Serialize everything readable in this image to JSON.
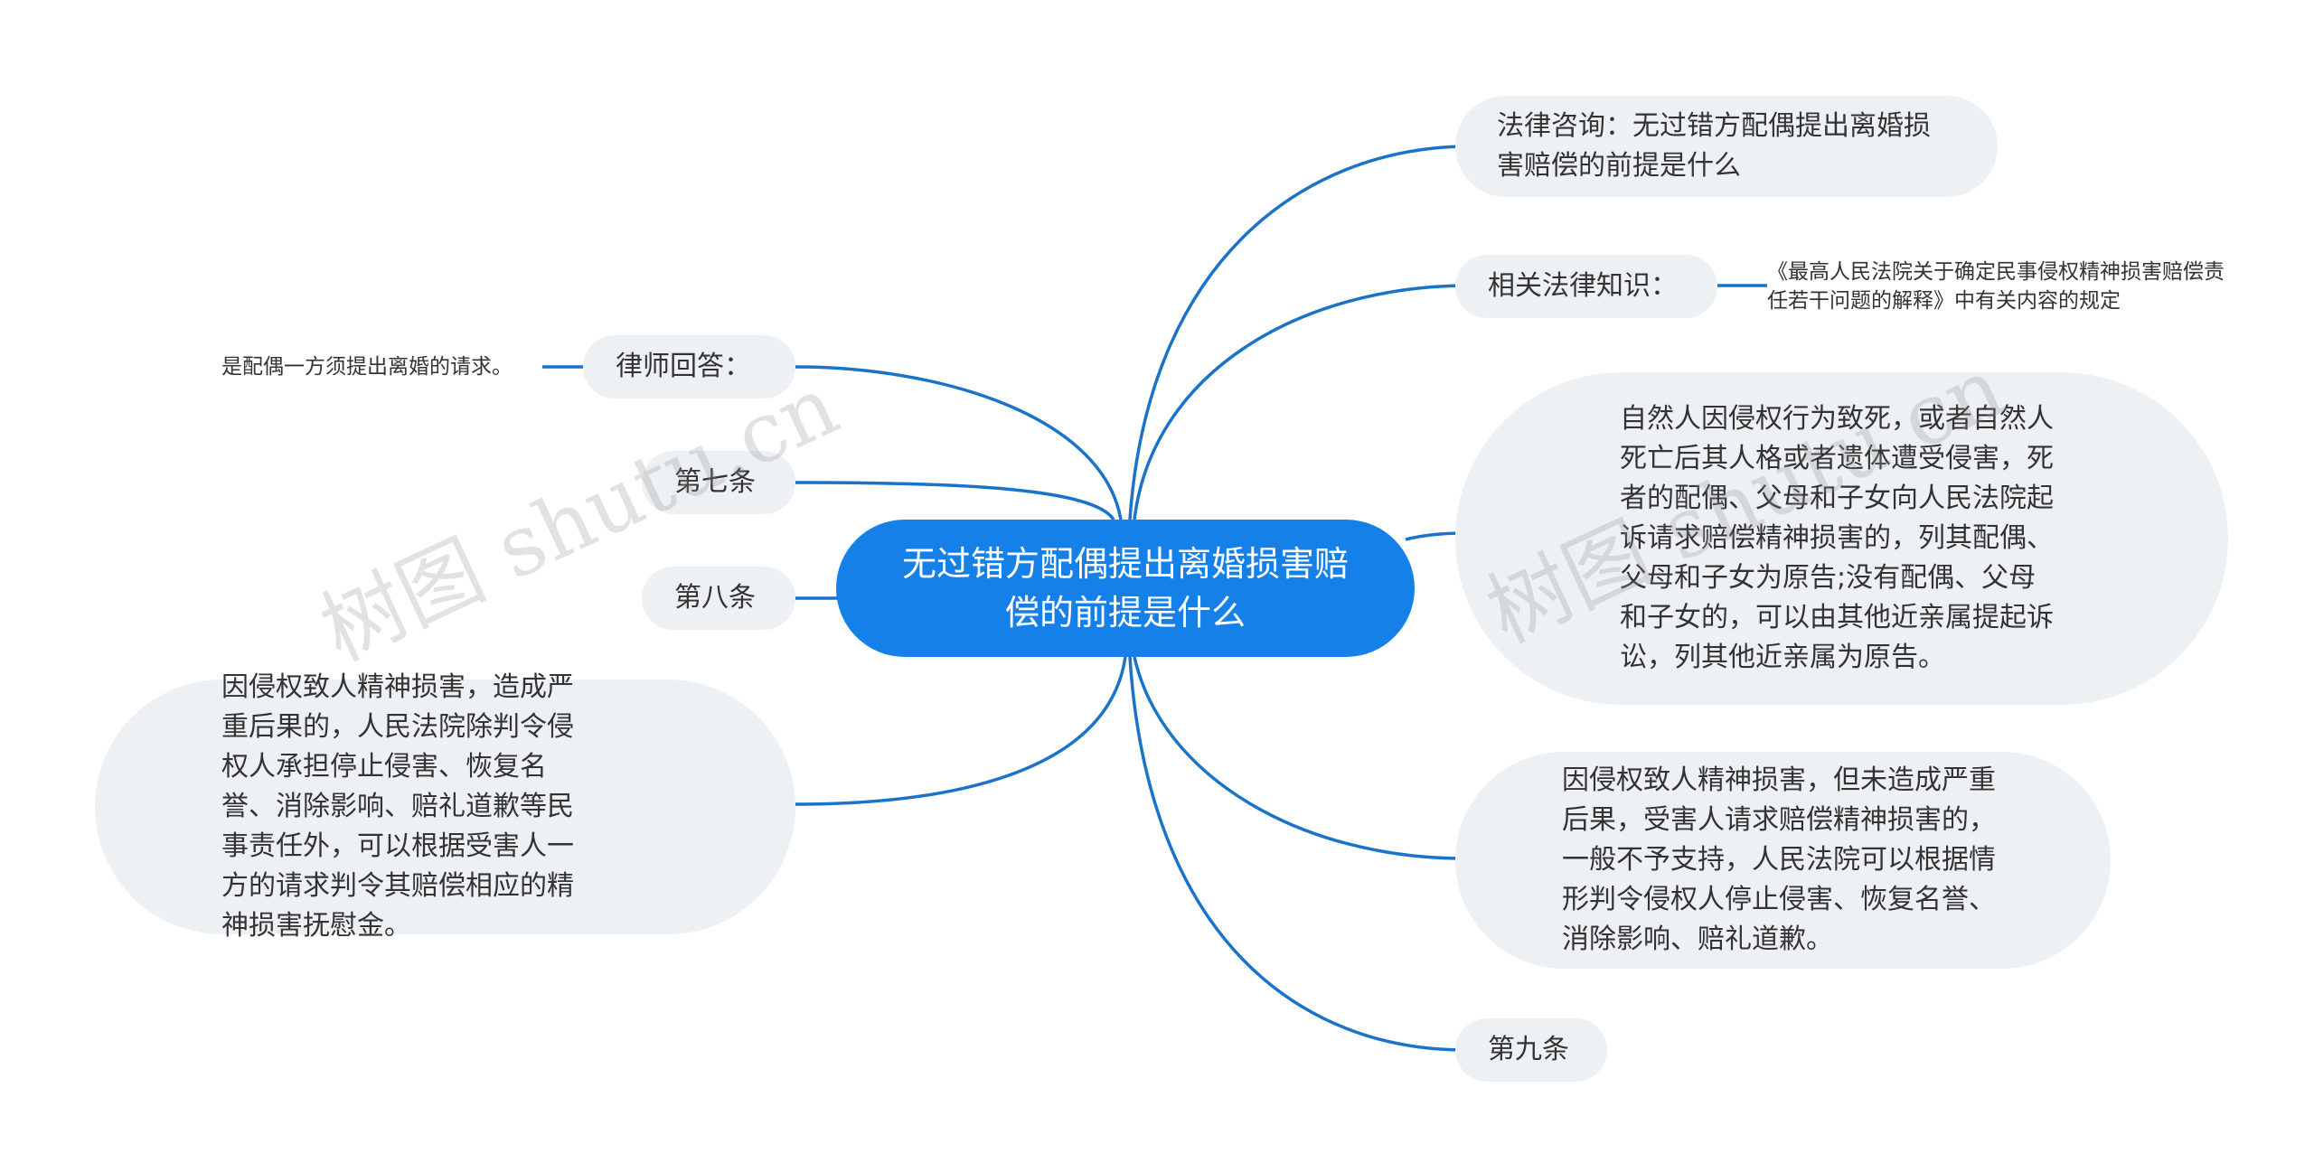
{
  "root": {
    "title": "无过错方配偶提出离婚损害赔偿的前提是什么"
  },
  "right_nodes": {
    "consult": "法律咨询：无过错方配偶提出离婚损害赔偿的前提是什么",
    "knowledge": "相关法律知识：",
    "knowledge_detail": "《最高人民法院关于确定民事侵权精神损害赔偿责任若干问题的解释》中有关内容的规定",
    "death_clause": "自然人因侵权行为致死，或者自然人死亡后其人格或者遗体遭受侵害，死者的配偶、父母和子女向人民法院起诉请求赔偿精神损害的，列其配偶、父母和子女为原告;没有配偶、父母和子女的，可以由其他近亲属提起诉讼，列其他近亲属为原告。",
    "no_serious_clause": "因侵权致人精神损害，但未造成严重后果，受害人请求赔偿精神损害的，一般不予支持，人民法院可以根据情形判令侵权人停止侵害、恢复名誉、消除影响、赔礼道歉。",
    "article_9": "第九条"
  },
  "left_nodes": {
    "lawyer_answer": "律师回答：",
    "lawyer_answer_detail": "是配偶一方须提出离婚的请求。",
    "article_7": "第七条",
    "article_8": "第八条",
    "serious_clause": "因侵权致人精神损害，造成严重后果的，人民法院除判令侵权人承担停止侵害、恢复名誉、消除影响、赔礼道歉等民事责任外，可以根据受害人一方的请求判令其赔偿相应的精神损害抚慰金。"
  },
  "watermarks": [
    "树图 shutu.cn",
    "树图 shutu.cn"
  ],
  "colors": {
    "root_fill": "#1580e8",
    "node_fill": "#eef1f4",
    "edge": "#1a73c9"
  }
}
